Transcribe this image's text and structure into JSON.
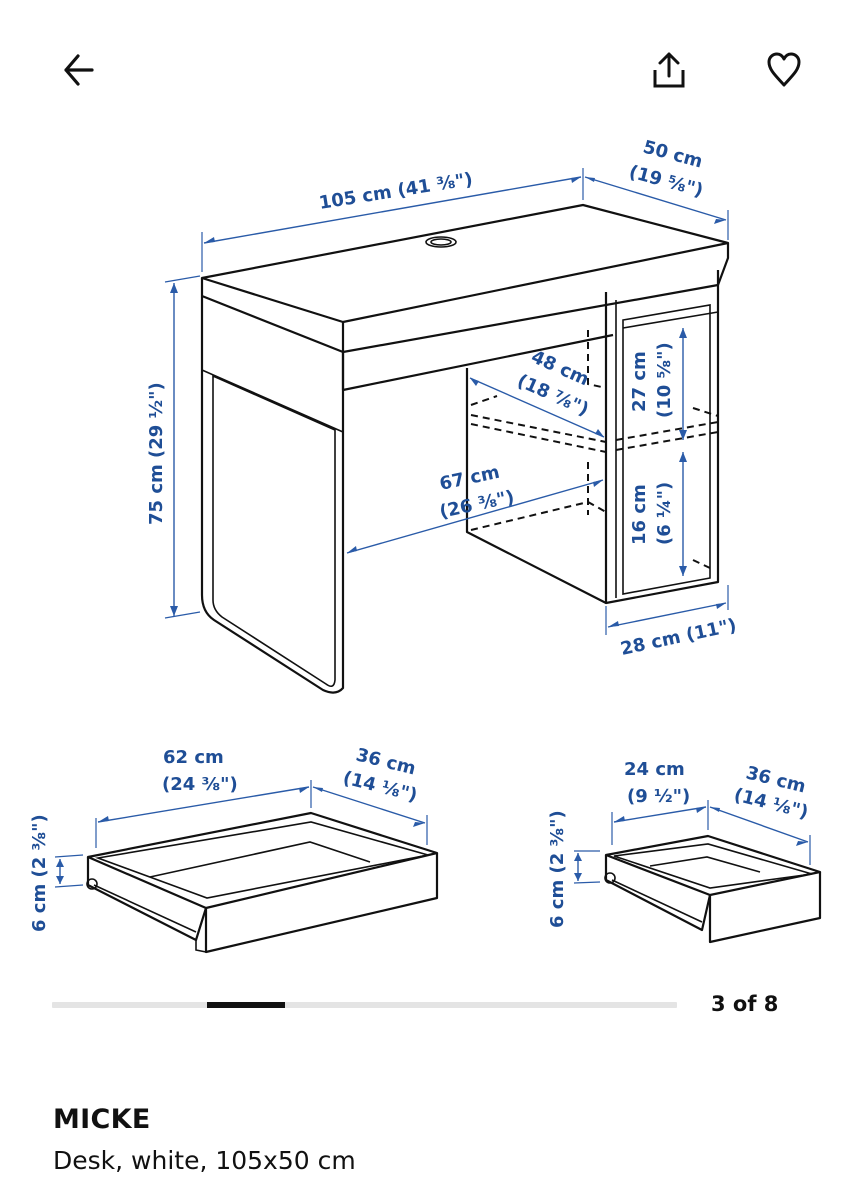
{
  "header": {
    "back_icon": "arrow-left-icon",
    "share_icon": "share-upload-icon",
    "favorite_icon": "heart-outline-icon"
  },
  "illustration": {
    "desk": {
      "width_cm": "105 cm (41 ⅜\")",
      "depth_cm": "50 cm",
      "depth_in": "(19 ⅝\")",
      "height_cm": "75 cm (29 ½\")",
      "drawer_depth_cm": "48 cm",
      "drawer_depth_in": "(18 ⅞\")",
      "knee_width_cm": "67 cm",
      "knee_width_in": "(26 ⅜\")",
      "upper_shelf_cm": "27 cm",
      "upper_shelf_in": "(10 ⅝\")",
      "lower_shelf_cm": "16 cm",
      "lower_shelf_in": "(6 ¼\")",
      "cabinet_width": "28 cm (11\")"
    },
    "large_drawer": {
      "width_cm": "62 cm",
      "width_in": "(24 ⅜\")",
      "depth_cm": "36 cm",
      "depth_in": "(14 ⅛\")",
      "height": "6 cm (2 ⅜\")"
    },
    "small_drawer": {
      "width_cm": "24 cm",
      "width_in": "(9 ½\")",
      "depth_cm": "36 cm",
      "depth_in": "(14 ⅛\")",
      "height": "6 cm (2 ⅜\")"
    },
    "colors": {
      "dimension_blue": "#1f4e96",
      "line": "#111111"
    }
  },
  "gallery": {
    "current": 3,
    "total": 8,
    "counter_label": "3 of 8"
  },
  "product": {
    "name": "MICKE",
    "description": "Desk, white, 105x50 cm"
  }
}
